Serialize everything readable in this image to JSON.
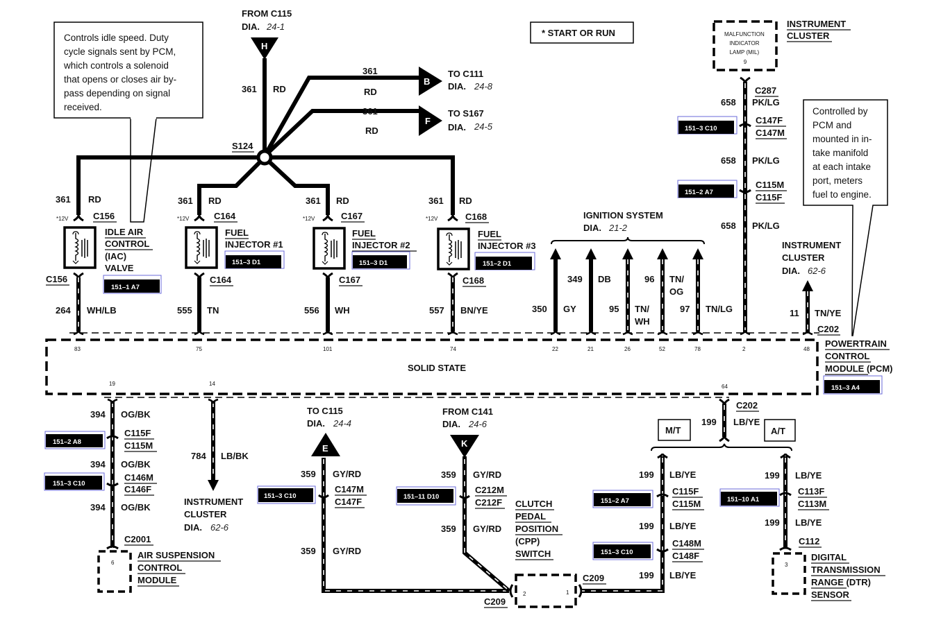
{
  "legend": {
    "text": "*  START OR RUN"
  },
  "notes": {
    "iac": [
      "Controls idle speed.  Duty",
      "cycle signals sent by PCM,",
      "which controls a solenoid",
      "that opens or closes air by-",
      "pass depending on signal",
      "received."
    ],
    "injector": [
      "Controlled by",
      "PCM and",
      "mounted in in-",
      "take manifold",
      "at each intake",
      "port, meters",
      "fuel to engine."
    ]
  },
  "top_source": {
    "line1": "FROM C115",
    "dia_label": "DIA.",
    "dia_ref": "24-1",
    "letter": "H",
    "circuit": "361",
    "color": "RD"
  },
  "splice": {
    "label": "S124"
  },
  "branch_b": {
    "circuit": "361",
    "color": "RD",
    "letter": "B",
    "line1": "TO C111",
    "dia_label": "DIA.",
    "dia_ref": "24-8"
  },
  "branch_f": {
    "circuit": "361",
    "color": "RD",
    "letter": "F",
    "line1": "TO S167",
    "dia_label": "DIA.",
    "dia_ref": "24-5"
  },
  "components": {
    "iac": {
      "circuit_in": "361",
      "color_in": "RD",
      "voltage": "*12V",
      "connector_top": "C156",
      "name": [
        "IDLE AIR",
        "CONTROL",
        "(IAC)",
        "VALVE"
      ],
      "ref": "151–1 A7",
      "connector_bottom": "C156",
      "circuit_out": "264",
      "color_out": "WH/LB",
      "pin": "83"
    },
    "inj1": {
      "circuit_in": "361",
      "color_in": "RD",
      "voltage": "*12V",
      "connector_top": "C164",
      "name": [
        "FUEL",
        "INJECTOR #1"
      ],
      "ref": "151–3 D1",
      "connector_bottom": "C164",
      "circuit_out": "555",
      "color_out": "TN",
      "pin": "75"
    },
    "inj2": {
      "circuit_in": "361",
      "color_in": "RD",
      "voltage": "*12V",
      "connector_top": "C167",
      "name": [
        "FUEL",
        "INJECTOR #2"
      ],
      "ref": "151–3 D1",
      "connector_bottom": "C167",
      "circuit_out": "556",
      "color_out": "WH",
      "pin": "101"
    },
    "inj3": {
      "circuit_in": "361",
      "color_in": "RD",
      "voltage": "*12V",
      "connector_top": "C168",
      "name": [
        "FUEL",
        "INJECTOR  #3"
      ],
      "ref": "151–2 D1",
      "connector_bottom": "C168",
      "circuit_out": "557",
      "color_out": "BN/YE",
      "pin": "74"
    }
  },
  "ignition": {
    "title": "IGNITION SYSTEM",
    "dia_label": "DIA.",
    "dia_ref": "21-2",
    "wires": [
      {
        "circuit": "350",
        "color": "GY",
        "pin": "22"
      },
      {
        "circuit": "349",
        "color": "DB",
        "pin": "21"
      },
      {
        "circuit": "95",
        "color": "TN/\nWH",
        "color_l1": "TN/",
        "color_l2": "WH",
        "pin": "26"
      },
      {
        "circuit": "96",
        "color_l1": "TN/",
        "color_l2": "OG",
        "pin": "52"
      },
      {
        "circuit": "97",
        "color": "TN/LG",
        "pin": "78"
      }
    ]
  },
  "mil": {
    "box_lines": [
      "MALFUNCTION",
      "INDICATOR",
      "LAMP (MIL)"
    ],
    "box_pin": "9",
    "name": [
      "INSTRUMENT",
      "CLUSTER"
    ],
    "connectors": [
      "C287",
      "C147F",
      "C147M",
      "C115M",
      "C115F"
    ],
    "circuit": "658",
    "color": "PK/LG",
    "refs": [
      "151–3 C10",
      "151–2 A7"
    ],
    "pin": "2"
  },
  "cluster_right": {
    "name": [
      "INSTRUMENT",
      "CLUSTER"
    ],
    "dia_label": "DIA.",
    "dia_ref": "62-6",
    "circuit": "11",
    "color": "TN/YE",
    "connector": "C202",
    "pin": "48"
  },
  "pcm": {
    "name": [
      "POWERTRAIN",
      "CONTROL",
      "MODULE (PCM)"
    ],
    "ref": "151–3 A4",
    "inner_label": "SOLID STATE",
    "pins_bottom": [
      "19",
      "14",
      "64"
    ]
  },
  "air_suspension": {
    "circuit": "394",
    "color": "OG/BK",
    "connectors": [
      "C115F",
      "C115M",
      "C146M",
      "C146F",
      "C2001"
    ],
    "refs": [
      "151–2 A8",
      "151–3 C10"
    ],
    "box_pin": "6",
    "name": [
      "AIR SUSPENSION",
      "CONTROL",
      "MODULE"
    ]
  },
  "cluster_lower": {
    "circuit": "784",
    "color": "LB/BK",
    "name": [
      "INSTRUMENT",
      "CLUSTER"
    ],
    "dia_label": "DIA.",
    "dia_ref": "62-6"
  },
  "to_c115": {
    "line1": "TO C115",
    "dia_label": "DIA.",
    "dia_ref": "24-4",
    "letter": "E",
    "circuit": "359",
    "color": "GY/RD",
    "connectors": [
      "C147M",
      "C147F"
    ],
    "ref": "151–3 C10"
  },
  "from_c141": {
    "line1": "FROM C141",
    "dia_label": "DIA.",
    "dia_ref": "24-6",
    "letter": "K",
    "circuit": "359",
    "color": "GY/RD",
    "connectors": [
      "C212M",
      "C212F"
    ],
    "ref": "151–11 D10"
  },
  "cpp": {
    "name": [
      "CLUTCH",
      "PEDAL",
      "POSITION",
      "(CPP)",
      "SWITCH"
    ],
    "connector_left": "C209",
    "connector_right": "C209",
    "pin_left": "2",
    "pin_right": "1"
  },
  "trans": {
    "circuit": "199",
    "color": "LB/YE",
    "connector_top": "C202",
    "mt_label": "M/T",
    "at_label": "A/T",
    "mt_connectors": [
      "C115F",
      "C115M",
      "C148M",
      "C148F"
    ],
    "mt_refs": [
      "151–2 A7",
      "151–3 C10"
    ],
    "at_connectors": [
      "C113F",
      "C113M",
      "C112"
    ],
    "at_ref": "151–10 A1",
    "dtr_pin": "3",
    "dtr_name": [
      "DIGITAL",
      "TRANSMISSION",
      "RANGE (DTR)",
      "SENSOR"
    ]
  },
  "colors": {
    "ref_box_fill": "#000000",
    "ref_box_border": "#6a6ad8",
    "ink": "#000000"
  }
}
